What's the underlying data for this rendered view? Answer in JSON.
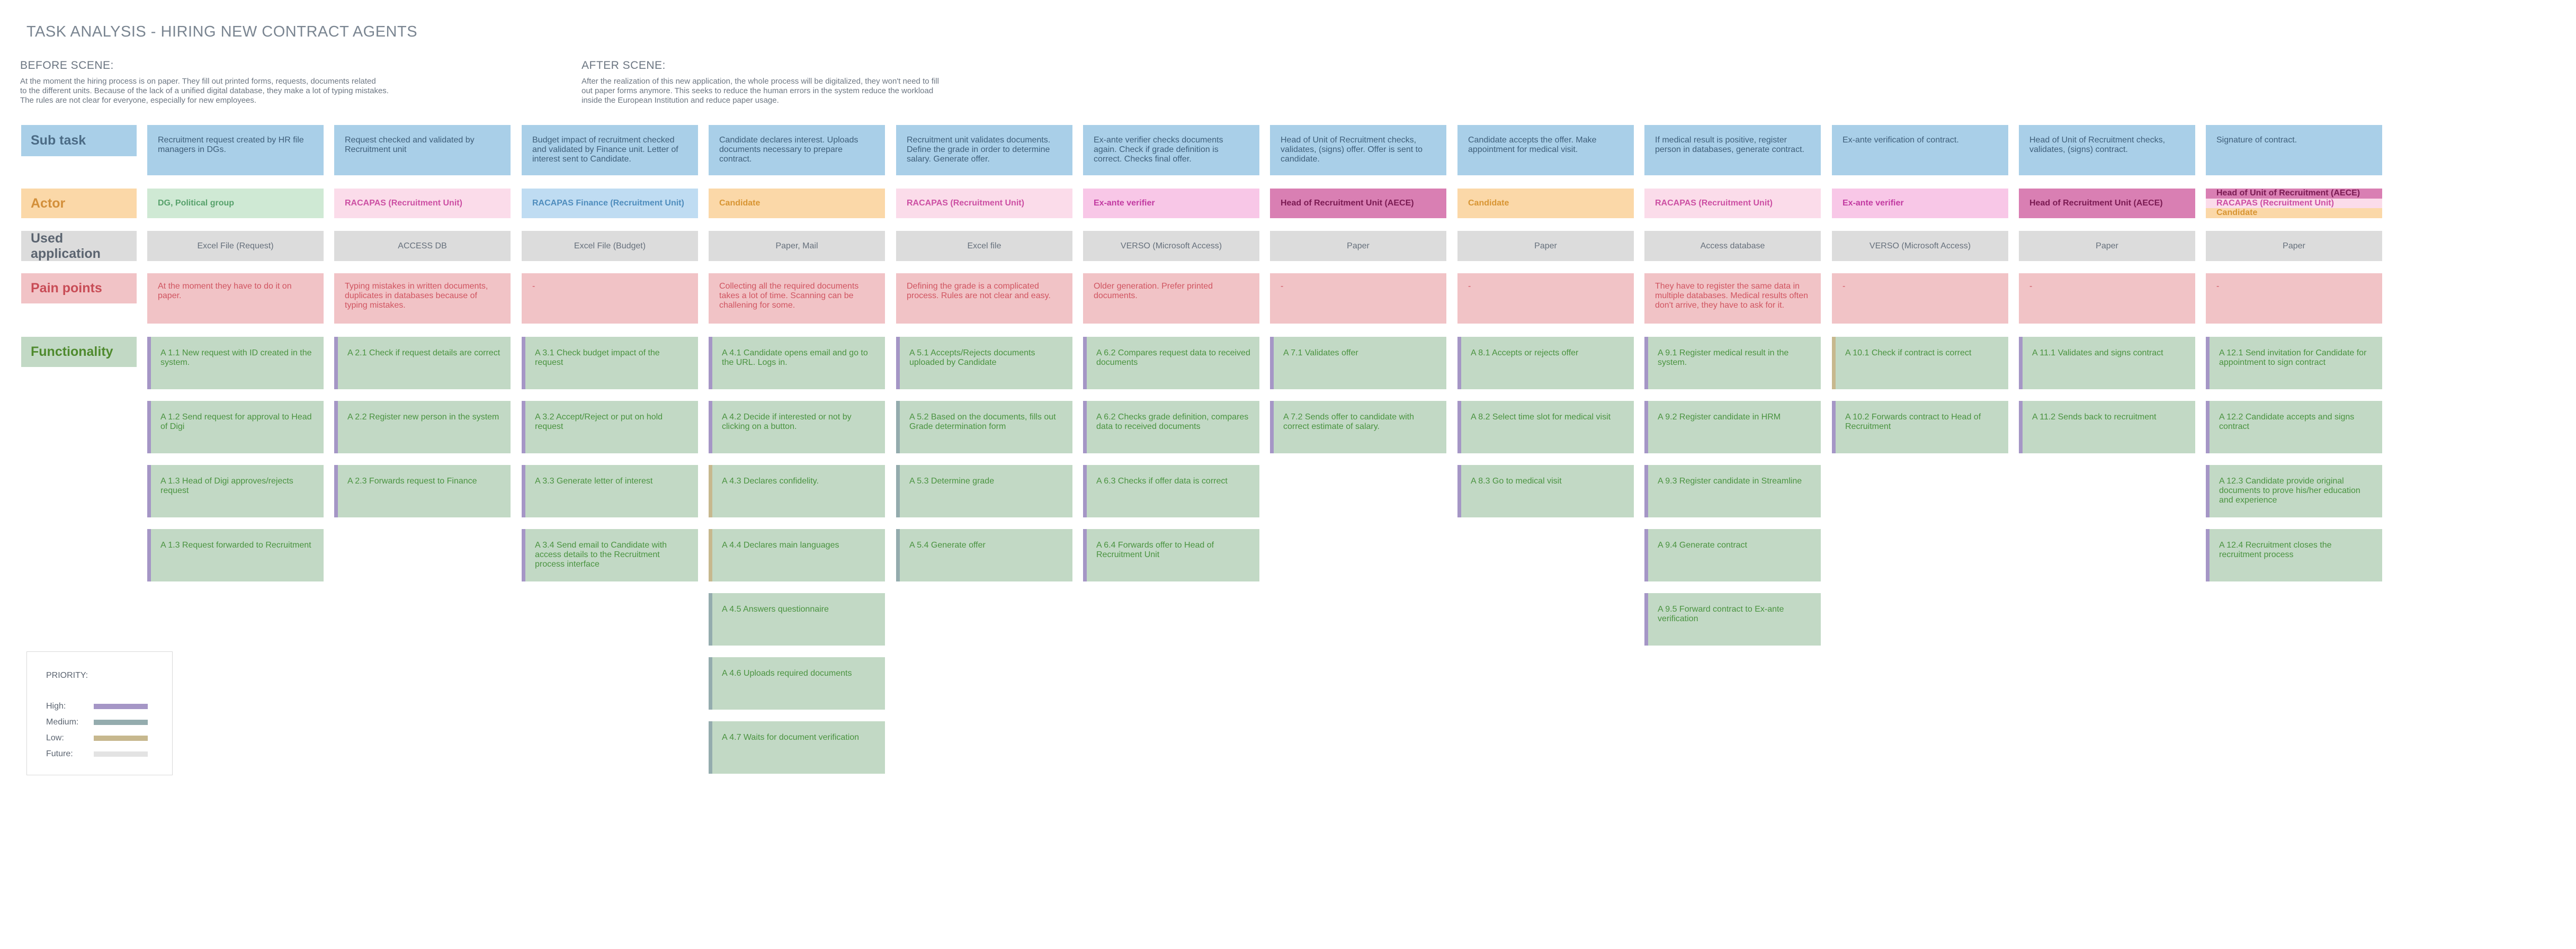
{
  "title": "TASK ANALYSIS - HIRING NEW CONTRACT AGENTS",
  "before": {
    "heading": "BEFORE SCENE:",
    "lines": [
      "At the moment the hiring process is on paper. They fill out printed forms, requests, documents related",
      "to the different units. Because of the lack of a unified digital database, they make a lot of typing mistakes.",
      "The rules are not clear for everyone, especially for new employees."
    ]
  },
  "after": {
    "heading": "AFTER SCENE:",
    "lines": [
      "After the realization of this new application, the whole process will be digitalized, they won't need to fill",
      "out paper forms anymore. This seeks to reduce the human errors in the system reduce the workload",
      "inside the European Institution and reduce paper usage."
    ]
  },
  "row_labels": {
    "subtask": "Sub task",
    "actor": "Actor",
    "application": "Used application",
    "pain": "Pain points",
    "functionality": "Functionality"
  },
  "columns": [
    {
      "subtask": "Recruitment request created by HR file managers in DGs.",
      "actor": "DG, Political group",
      "actor_style": "green",
      "application": "Excel File (Request)",
      "pain": "At the moment they have to do it on paper.",
      "functions": [
        {
          "text": "A 1.1 New request with ID created in the system.",
          "priority": "high"
        },
        {
          "text": "A 1.2 Send request for approval to Head of Digi",
          "priority": "high"
        },
        {
          "text": "A 1.3 Head of Digi approves/rejects request",
          "priority": "high"
        },
        {
          "text": "A 1.3 Request forwarded to Recruitment",
          "priority": "high"
        }
      ]
    },
    {
      "subtask": "Request checked and validated by Recruitment unit",
      "actor": "RACAPAS (Recruitment Unit)",
      "actor_style": "pink",
      "application": "ACCESS DB",
      "pain": "Typing mistakes in written documents, duplicates in databases because of typing mistakes.",
      "functions": [
        {
          "text": "A 2.1 Check if request details are correct",
          "priority": "high"
        },
        {
          "text": "A 2.2 Register new person in the system",
          "priority": "high"
        },
        {
          "text": "A 2.3 Forwards request to Finance",
          "priority": "high"
        }
      ]
    },
    {
      "subtask": "Budget impact of recruitment checked and validated by Finance unit. Letter of interest sent to Candidate.",
      "actor": "RACAPAS Finance (Recruitment Unit)",
      "actor_style": "blue",
      "application": "Excel File (Budget)",
      "pain": "-",
      "functions": [
        {
          "text": "A 3.1 Check  budget impact of the request",
          "priority": "high"
        },
        {
          "text": "A 3.2 Accept/Reject or put on hold request",
          "priority": "high"
        },
        {
          "text": "A 3.3 Generate letter of interest",
          "priority": "high"
        },
        {
          "text": "A 3.4 Send email to Candidate with access details to the Recruitment process interface",
          "priority": "high"
        }
      ]
    },
    {
      "subtask": "Candidate declares interest. Uploads documents necessary to prepare contract.",
      "actor": "Candidate",
      "actor_style": "orange",
      "application": "Paper, Mail",
      "pain": "Collecting all the required documents takes a lot of time. Scanning can be challening for some.",
      "functions": [
        {
          "text": "A 4.1 Candidate opens email and go to the URL. Logs in.",
          "priority": "high"
        },
        {
          "text": "A 4.2 Decide if interested or not by clicking on a button.",
          "priority": "high"
        },
        {
          "text": "A 4.3 Declares confidelity.",
          "priority": "low"
        },
        {
          "text": "A 4.4 Declares main languages",
          "priority": "low"
        },
        {
          "text": "A 4.5 Answers questionnaire",
          "priority": "medium"
        },
        {
          "text": "A 4.6 Uploads required documents",
          "priority": "medium"
        },
        {
          "text": "A 4.7 Waits for document verification",
          "priority": "medium"
        }
      ]
    },
    {
      "subtask": "Recruitment unit validates documents. Define the grade in order to determine salary. Generate offer.",
      "actor": "RACAPAS (Recruitment Unit)",
      "actor_style": "pink",
      "application": "Excel file",
      "pain": "Defining the grade is a complicated process. Rules are not clear and easy.",
      "functions": [
        {
          "text": "A 5.1 Accepts/Rejects documents uploaded by Candidate",
          "priority": "high"
        },
        {
          "text": "A 5.2 Based on the documents, fills out Grade determination form",
          "priority": "medium"
        },
        {
          "text": "A 5.3 Determine grade",
          "priority": "medium"
        },
        {
          "text": "A 5.4 Generate offer",
          "priority": "medium"
        }
      ]
    },
    {
      "subtask": "Ex-ante verifier checks documents again. Check if grade definition is correct. Checks final offer.",
      "actor": "Ex-ante verifier",
      "actor_style": "vpink",
      "application": "VERSO (Microsoft Access)",
      "pain": "Older generation. Prefer printed documents.",
      "functions": [
        {
          "text": "A 6.2 Compares request data to received documents",
          "priority": "high"
        },
        {
          "text": "A 6.2 Checks grade definition, compares data to received documents",
          "priority": "high"
        },
        {
          "text": "A 6.3 Checks if offer data is correct",
          "priority": "high"
        },
        {
          "text": "A 6.4 Forwards offer to Head of Recruitment Unit",
          "priority": "high"
        }
      ]
    },
    {
      "subtask": "Head of Unit of Recruitment checks, validates, (signs) offer. Offer is sent to candidate.",
      "actor": "Head of Recruitment Unit (AECE)",
      "actor_style": "mag",
      "application": "Paper",
      "pain": "-",
      "functions": [
        {
          "text": "A 7.1 Validates offer",
          "priority": "high"
        },
        {
          "text": "A 7.2 Sends offer to candidate with correct estimate of salary.",
          "priority": "high"
        }
      ]
    },
    {
      "subtask": "Candidate accepts the offer. Make appointment for medical visit.",
      "actor": "Candidate",
      "actor_style": "orange",
      "application": "Paper",
      "pain": "-",
      "functions": [
        {
          "text": "A 8.1 Accepts or rejects offer",
          "priority": "high"
        },
        {
          "text": "A 8.2 Select time slot for medical visit",
          "priority": "high"
        },
        {
          "text": "A 8.3 Go to medical visit",
          "priority": "high"
        }
      ]
    },
    {
      "subtask": "If medical result is positive, register person in databases, generate contract.",
      "actor": "RACAPAS (Recruitment Unit)",
      "actor_style": "pink",
      "application": "Access database",
      "pain": "They have to register the same data in multiple databases. Medical results often don't arrive, they have to ask for it.",
      "functions": [
        {
          "text": "A 9.1 Register medical result in the system.",
          "priority": "high"
        },
        {
          "text": "A 9.2 Register candidate in HRM",
          "priority": "high"
        },
        {
          "text": "A 9.3 Register candidate in Streamline",
          "priority": "high"
        },
        {
          "text": "A 9.4 Generate contract",
          "priority": "high"
        },
        {
          "text": "A 9.5 Forward contract to Ex-ante verification",
          "priority": "high"
        }
      ]
    },
    {
      "subtask": "Ex-ante verification of contract.",
      "actor": "Ex-ante verifier",
      "actor_style": "vpink",
      "application": "VERSO (Microsoft Access)",
      "pain": "-",
      "functions": [
        {
          "text": "A 10.1 Check if contract is correct",
          "priority": "low"
        },
        {
          "text": "A 10.2 Forwards contract to Head of Recruitment",
          "priority": "high"
        }
      ]
    },
    {
      "subtask": "Head of Unit of Recruitment checks, validates, (signs) contract.",
      "actor": "Head of Recruitment Unit (AECE)",
      "actor_style": "mag",
      "application": "Paper",
      "pain": "-",
      "functions": [
        {
          "text": "A 11.1 Validates and signs contract",
          "priority": "high"
        },
        {
          "text": "A 11.2 Sends back to recruitment",
          "priority": "high"
        }
      ]
    },
    {
      "subtask": "Signature of contract.",
      "actors": [
        "Head of Unit of Recruitment (AECE)",
        "RACAPAS (Recruitment Unit)",
        "Candidate"
      ],
      "actor_style": "multi",
      "application": "Paper",
      "pain": "-",
      "functions": [
        {
          "text": "A 12.1 Send invitation for Candidate for appointment to sign contract",
          "priority": "high"
        },
        {
          "text": "A 12.2 Candidate accepts and signs contract",
          "priority": "high"
        },
        {
          "text": "A 12.3 Candidate provide original documents to prove his/her education and experience",
          "priority": "high"
        },
        {
          "text": "A 12.4 Recruitment closes the recruitment process",
          "priority": "high"
        }
      ]
    }
  ],
  "legend": {
    "title": "PRIORITY:",
    "items": [
      {
        "label": "High:",
        "color": "#a596c6"
      },
      {
        "label": "Medium:",
        "color": "#94acae"
      },
      {
        "label": "Low:",
        "color": "#c7b88e"
      },
      {
        "label": "Future:",
        "color": "#e3e3e3"
      }
    ]
  }
}
